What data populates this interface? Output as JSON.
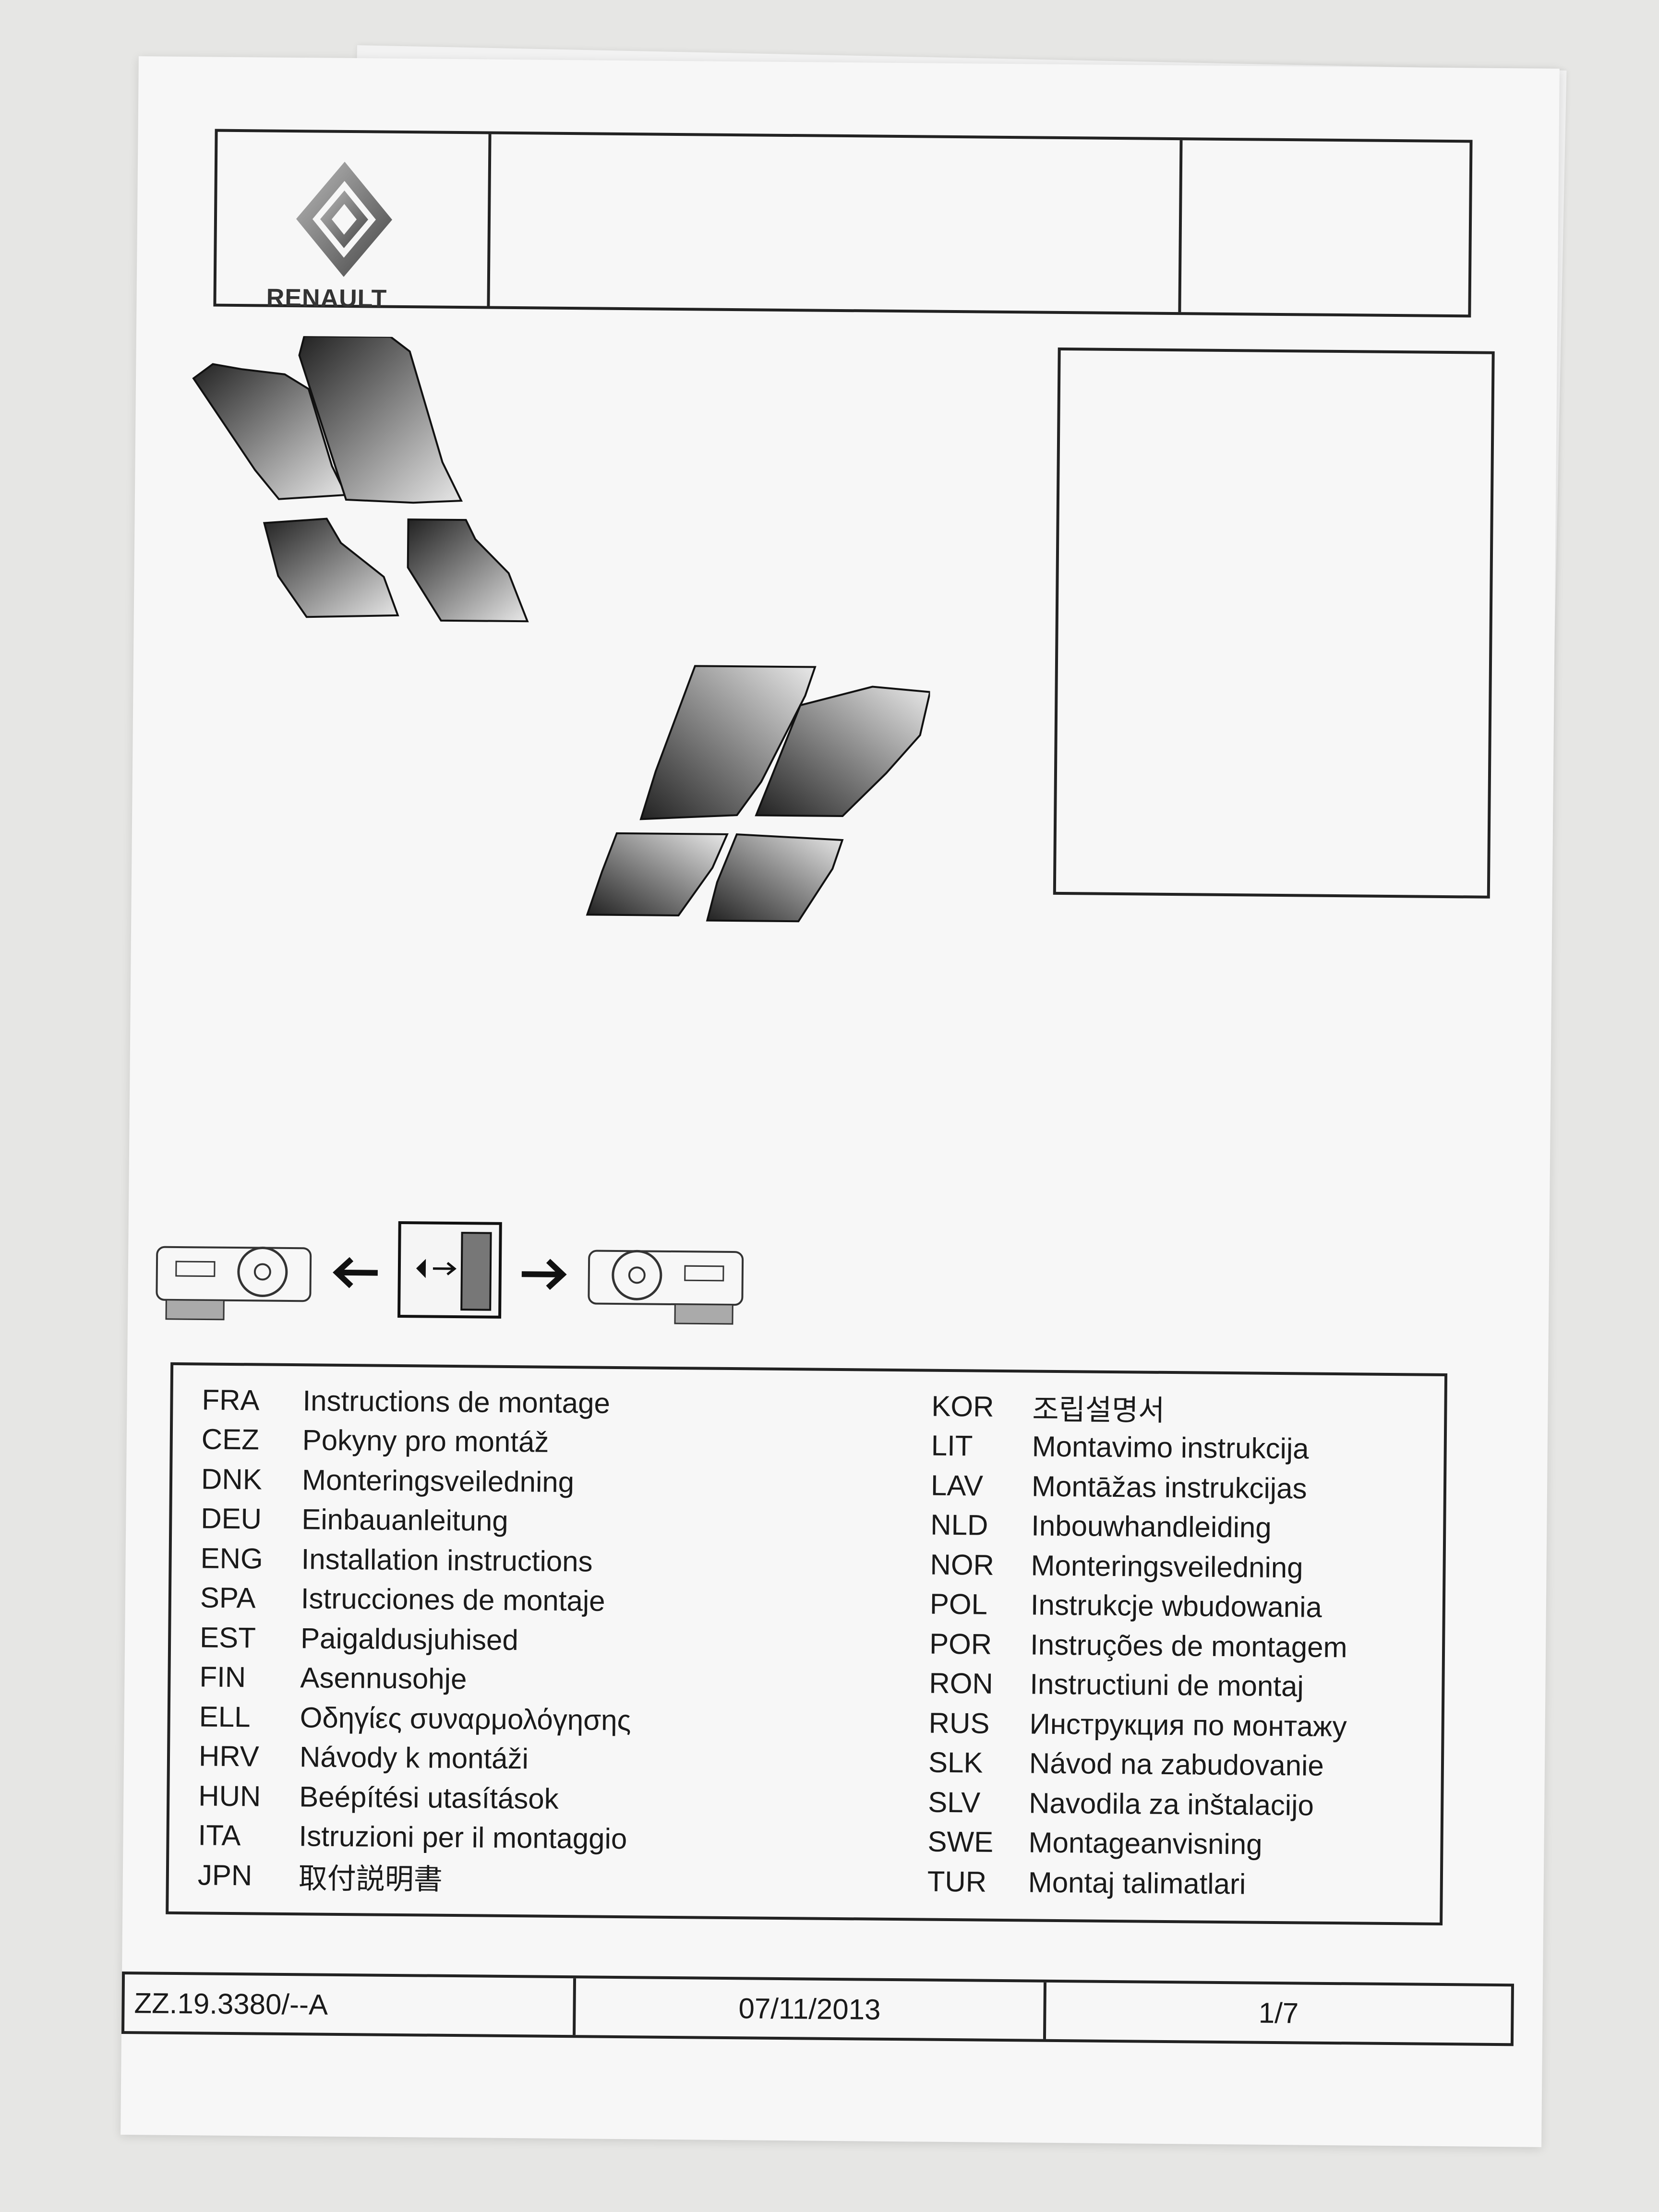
{
  "header": {
    "brand": "RENAULT",
    "logo_icon": "renault-diamond-logo"
  },
  "navigation": {
    "left_arrow": "←",
    "right_arrow": "→",
    "icons": [
      "dashboard-lhd-icon",
      "door-sticker-icon",
      "dashboard-rhd-icon"
    ]
  },
  "languages": {
    "left": [
      {
        "code": "FRA",
        "text": "Instructions de montage"
      },
      {
        "code": "CEZ",
        "text": "Pokyny pro montáž"
      },
      {
        "code": "DNK",
        "text": "Monteringsveiledning"
      },
      {
        "code": "DEU",
        "text": "Einbauanleitung"
      },
      {
        "code": "ENG",
        "text": "Installation instructions"
      },
      {
        "code": "SPA",
        "text": "Istrucciones de montaje"
      },
      {
        "code": "EST",
        "text": "Paigaldusjuhised"
      },
      {
        "code": "FIN",
        "text": "Asennusohje"
      },
      {
        "code": "ELL",
        "text": "Οδηγίες συναρμολόγησης"
      },
      {
        "code": "HRV",
        "text": "Návody k montáži"
      },
      {
        "code": "HUN",
        "text": "Beépítési utasítások"
      },
      {
        "code": "ITA",
        "text": "Istruzioni per il montaggio"
      },
      {
        "code": "JPN",
        "text": "取付説明書"
      }
    ],
    "right": [
      {
        "code": "KOR",
        "text": "조립설명서"
      },
      {
        "code": "LIT",
        "text": "Montavimo instrukcija"
      },
      {
        "code": "LAV",
        "text": "Montāžas instrukcijas"
      },
      {
        "code": "NLD",
        "text": "Inbouwhandleiding"
      },
      {
        "code": "NOR",
        "text": "Monteringsveiledning"
      },
      {
        "code": "POL",
        "text": "Instrukcje wbudowania"
      },
      {
        "code": "POR",
        "text": "Instruções de montagem"
      },
      {
        "code": "RON",
        "text": "Instructiuni de montaj"
      },
      {
        "code": "RUS",
        "text": "Инструкция по монтажу"
      },
      {
        "code": "SLK",
        "text": "Návod na zabudovanie"
      },
      {
        "code": "SLV",
        "text": "Navodila za inštalacijo"
      },
      {
        "code": "SWE",
        "text": "Montageanvisning"
      },
      {
        "code": "TUR",
        "text": "Montaj talimatlari"
      }
    ]
  },
  "footer": {
    "reference": "ZZ.19.3380/--A",
    "date": "07/11/2013",
    "page": "1/7"
  }
}
